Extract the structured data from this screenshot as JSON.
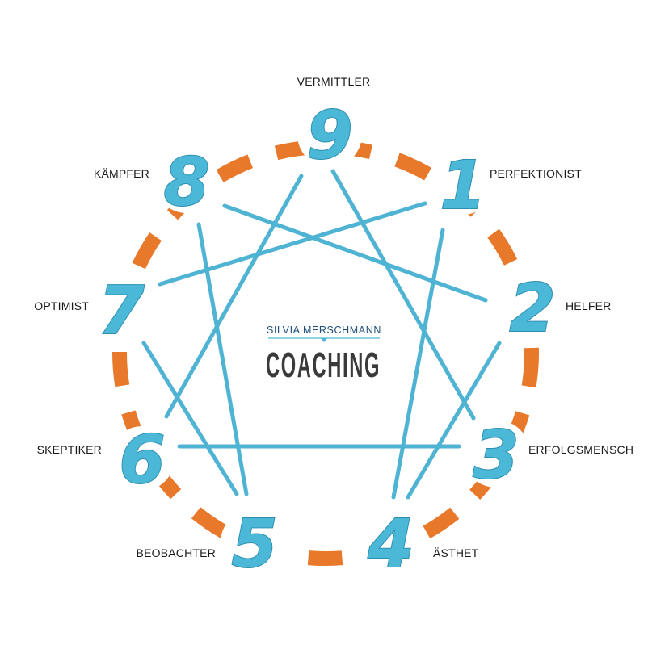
{
  "logo": {
    "name": "SILVIA MERSCHMANN",
    "word": "COACHING"
  },
  "points": [
    {
      "number": "9",
      "label": "VERMITTLER"
    },
    {
      "number": "1",
      "label": "PERFEKTIONIST"
    },
    {
      "number": "2",
      "label": "HELFER"
    },
    {
      "number": "3",
      "label": "ERFOLGSMENSCH"
    },
    {
      "number": "4",
      "label": "ÄSTHET"
    },
    {
      "number": "5",
      "label": "BEOBACHTER"
    },
    {
      "number": "6",
      "label": "SKEPTIKER"
    },
    {
      "number": "7",
      "label": "OPTIMIST"
    },
    {
      "number": "8",
      "label": "KÄMPFER"
    }
  ],
  "colors": {
    "ring": "#e8782a",
    "lines": "#4fb3d3",
    "numbers": "#4bb8d8"
  }
}
